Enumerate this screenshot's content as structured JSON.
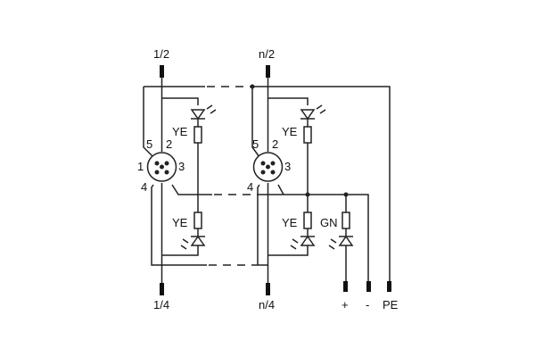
{
  "terminals": {
    "top_left": "1/2",
    "top_mid": "n/2",
    "bottom_left": "1/4",
    "bottom_mid": "n/4",
    "plus": "+",
    "minus": "-",
    "pe": "PE"
  },
  "connector_left": {
    "p1": "1",
    "p2": "2",
    "p3": "3",
    "p4": "4",
    "p5": "5"
  },
  "connector_right": {
    "p2": "2",
    "p3": "3",
    "p4": "4",
    "p5": "5"
  },
  "leds": {
    "left_top": "YE",
    "left_bottom": "YE",
    "right_top": "YE",
    "right_bottom_ye": "YE",
    "right_bottom_gn": "GN"
  }
}
